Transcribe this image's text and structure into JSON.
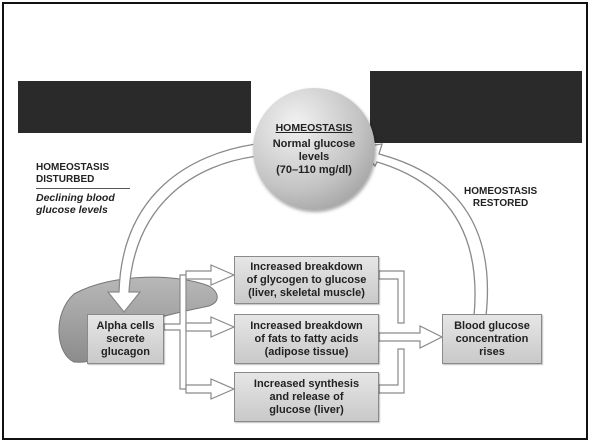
{
  "center": {
    "title": "HOMEOSTASIS",
    "text": "Normal glucose\nlevels\n(70–110 mg/dl)"
  },
  "left_label": {
    "title": "HOMEOSTASIS\nDISTURBED",
    "subtitle": "Declining blood\nglucose levels"
  },
  "right_label": {
    "title": "HOMEOSTASIS\nRESTORED"
  },
  "alpha_box": "Alpha cells\nsecrete\nglucagon",
  "effect_boxes": [
    "Increased breakdown\nof glycogen to glucose\n(liver, skeletal muscle)",
    "Increased breakdown\nof fats to fatty acids\n(adipose tissue)",
    "Increased synthesis\nand release of\nglucose (liver)"
  ],
  "result_box": "Blood glucose\nconcentration\nrises"
}
